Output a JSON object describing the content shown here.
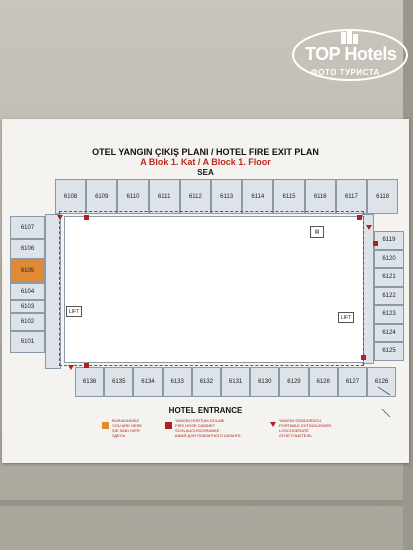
{
  "watermark": {
    "logo": "TOP Hotels",
    "subtitle": "ФОТО ТУРИСТА"
  },
  "sign": {
    "title_main": "OTEL YANGIN ÇIKIŞ PLANI / HOTEL FIRE EXIT PLAN",
    "title_sub": "A Blok 1. Kat / A Block 1. Floor",
    "sea_label": "SEA",
    "entrance_label": "HOTEL ENTRANCE",
    "lift_label": "LIFT"
  },
  "rooms": {
    "top": [
      "6108",
      "6109",
      "6110",
      "6111",
      "6112",
      "6113",
      "6114",
      "6115",
      "6116",
      "6117",
      "6118"
    ],
    "left": [
      "6107",
      "6106",
      "6105",
      "6104",
      "6103",
      "6102",
      "6101"
    ],
    "right": [
      "6119",
      "6120",
      "6121",
      "6122",
      "6123",
      "6124",
      "6125"
    ],
    "bottom": [
      "6136",
      "6135",
      "6134",
      "6133",
      "6132",
      "6131",
      "6130",
      "6129",
      "6128",
      "6127",
      "6126"
    ],
    "you_are_here": "6105"
  },
  "legend": [
    {
      "lines": [
        "BURADASINIZ",
        "YOU ARE HERE",
        "SIE SIND HIER",
        "ЗДЕСЬ"
      ],
      "color": "#e08a35"
    },
    {
      "lines": [
        "YANGIN HORTUM DOLABI",
        "FIRE HOSE CABINET",
        "SCHLAUCHSCHRANKE",
        "ШКАФ ДЛЯ ПОЖАРНОГО ШЛАНГА"
      ],
      "color": "#b81e1e"
    },
    {
      "lines": [
        "YANGIN SÖNDÜRÜCÜ",
        "PORTABLE EXTINGUISHER",
        "LOSCHGERATE",
        "ОГНЕТУШИТЕЛЬ"
      ],
      "color": "#b81e1e"
    }
  ]
}
